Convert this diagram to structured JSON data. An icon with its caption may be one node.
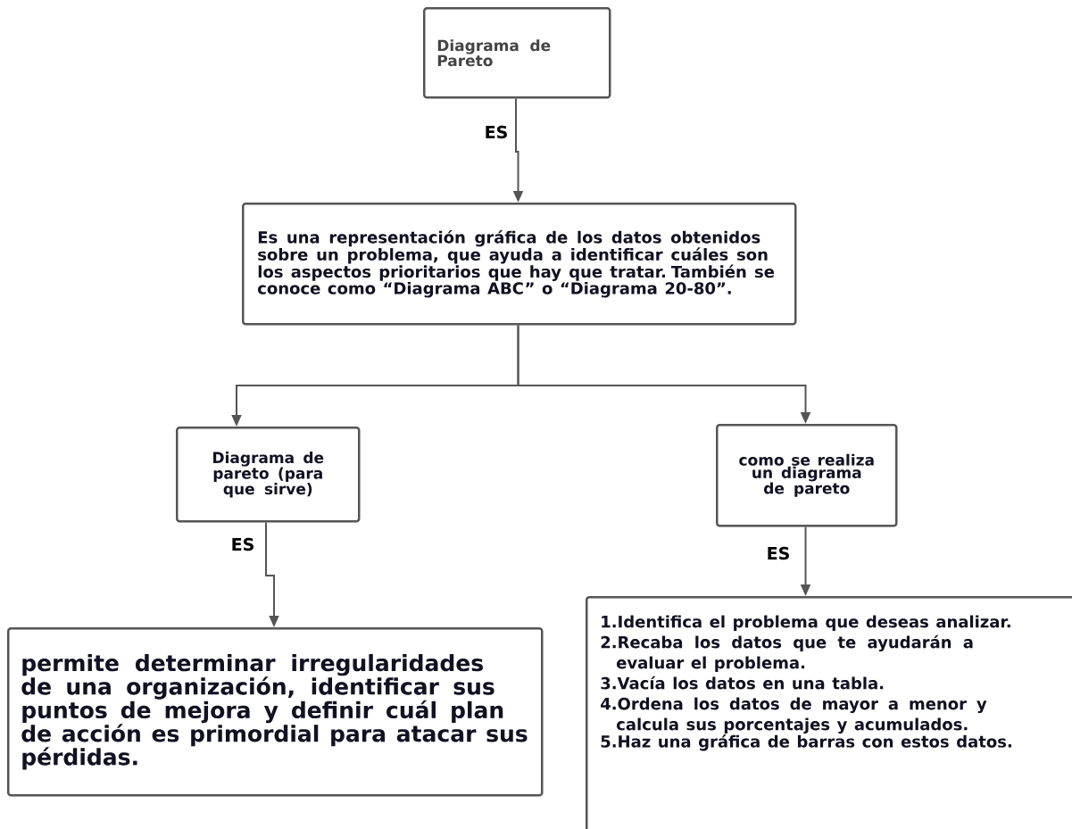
{
  "diagram": {
    "nodes": [
      {
        "text": [
          "Diagrama de Pareto"
        ]
      },
      {
        "text": [
          "Es una representación gráfica de los datos obtenidos sobre un problema, que ayuda a identificar cuáles son los aspectos prioritarios que hay que tratar. También se conoce como “Diagrama ABC” o “Diagrama 20-80”."
        ]
      },
      {
        "text": [
          "Diagrama de pareto (para que sirve)"
        ]
      },
      {
        "text": [
          "como se realiza un diagrama de pareto"
        ]
      },
      {
        "text": [
          "permite determinar irregularidades de una organización, identificar sus puntos de mejora y definir cuál plan de acción es primordial para atacar sus pérdidas."
        ]
      },
      {
        "text": [
          "1.Identifica el problema que deseas analizar.",
          "2.Recaba los datos que te ayudarán a evaluar el problema.",
          "3.Vacía los datos en una tabla.",
          "4.Ordena los datos de mayor a menor y calcula sus porcentajes y acumulados.",
          "5.Haz una gráfica de barras con estos datos."
        ]
      }
    ],
    "edges": [
      {
        "from": 0,
        "to": 1,
        "arrow": "to",
        "label": "ES"
      },
      {
        "from": 1,
        "to": 2,
        "arrow": "to"
      },
      {
        "from": 1,
        "to": 3,
        "arrow": "to"
      },
      {
        "from": 2,
        "to": 4,
        "arrow": "to",
        "label": "ES"
      },
      {
        "from": 3,
        "to": 5,
        "arrow": "to",
        "label": "ES"
      }
    ]
  }
}
